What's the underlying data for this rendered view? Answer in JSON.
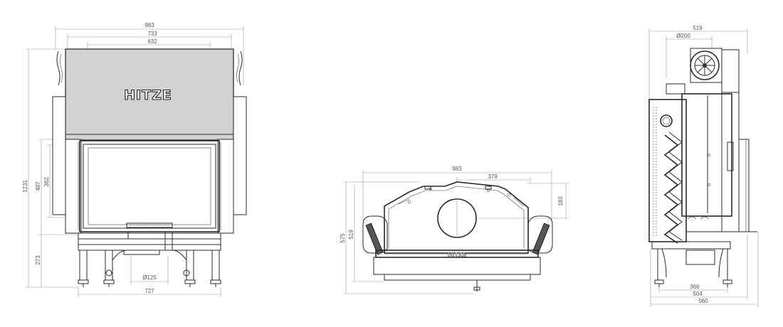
{
  "brand": {
    "logo_text": "HITZE",
    "logo_text_small": "HITZE"
  },
  "front_view": {
    "width_overall": "983",
    "width_frame": "733",
    "width_glass": "632",
    "height_total": "1231",
    "height_door": "487",
    "height_glass": "382",
    "height_base": "273",
    "flue_diameter": "Ø125",
    "width_base": "727"
  },
  "top_view": {
    "width_overall": "983",
    "offset_flue": "379",
    "offset_flue_y": "183",
    "depth_total": "575",
    "depth_body": "519"
  },
  "side_view": {
    "depth_total": "519",
    "flue_diameter": "Ø200",
    "base_depth_inner": "366",
    "base_depth": "504",
    "depth_overall": "560"
  }
}
